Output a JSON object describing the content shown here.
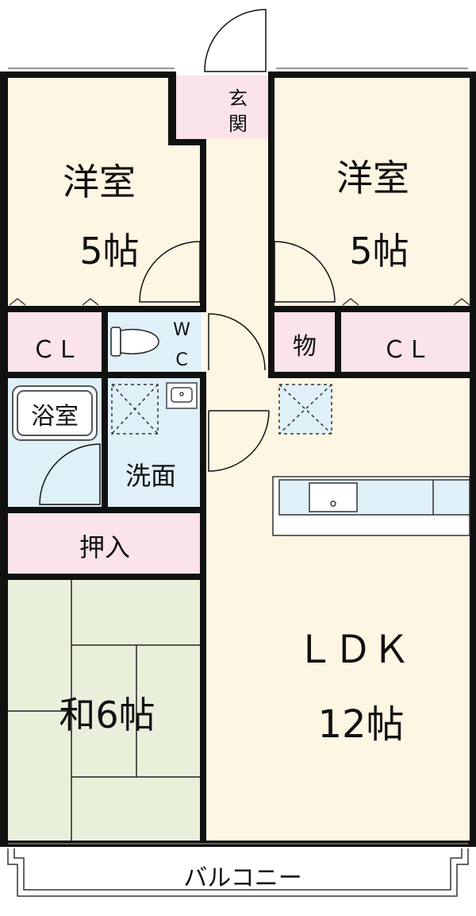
{
  "plan": {
    "rooms": {
      "western_left": {
        "name": "洋室",
        "size": "5帖"
      },
      "western_right": {
        "name": "洋室",
        "size": "5帖"
      },
      "ldk": {
        "name": "ＬＤＫ",
        "size": "12帖"
      },
      "washitsu": {
        "name": "和6帖"
      }
    },
    "entrance_line1": "玄",
    "entrance_line2": "関",
    "closet_left": "ＣＬ",
    "closet_right": "ＣＬ",
    "storage": "物",
    "toilet_line1": "W",
    "toilet_line2": "C",
    "bath": "浴室",
    "washroom": "洗面",
    "oshiire": "押入",
    "balcony": "バルコニー",
    "colors": {
      "western": "#fdf6e3",
      "closet": "#fbe3ea",
      "wet": "#dff0f8",
      "tatami": "#e8f0dc",
      "wall": "#111111",
      "background": "#ffffff"
    }
  }
}
